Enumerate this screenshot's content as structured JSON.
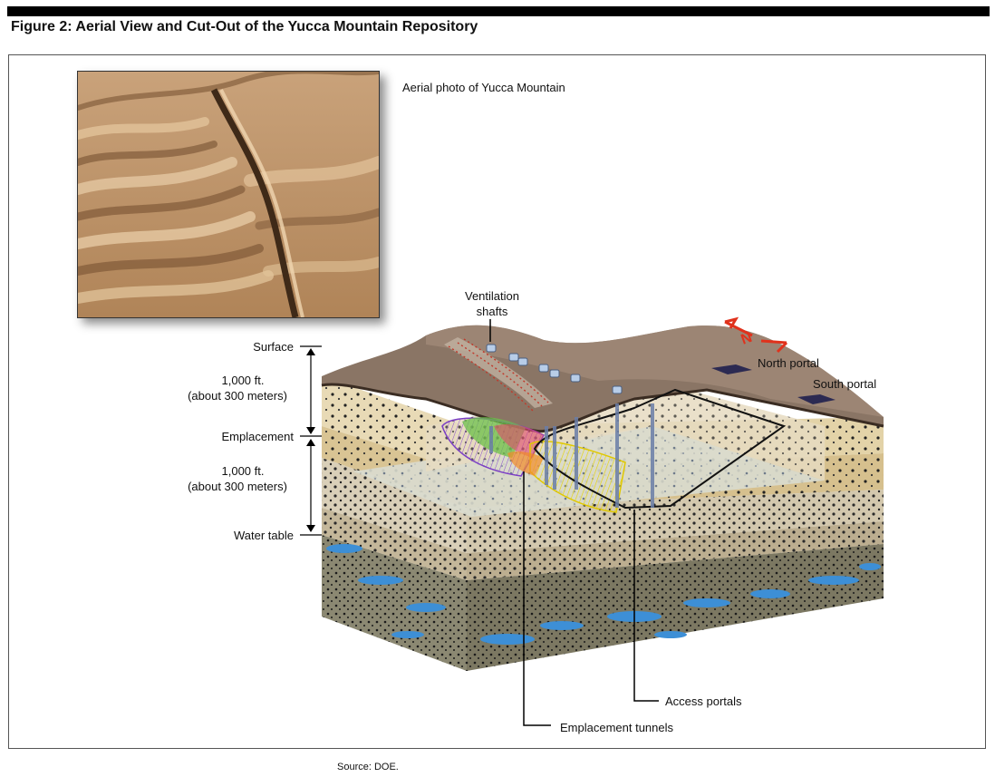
{
  "figure": {
    "title": "Figure 2: Aerial View and Cut-Out of the Yucca Mountain Repository",
    "source": "Source: DOE."
  },
  "photo": {
    "caption": "Aerial photo of Yucca Mountain"
  },
  "depth_scale": {
    "surface": "Surface",
    "upper_distance_line1": "1,000 ft.",
    "upper_distance_line2": "(about 300 meters)",
    "emplacement": "Emplacement",
    "lower_distance_line1": "1,000 ft.",
    "lower_distance_line2": "(about 300 meters)",
    "water_table": "Water table"
  },
  "callouts": {
    "ventilation_line1": "Ventilation",
    "ventilation_line2": "shafts",
    "north_portal": "North portal",
    "south_portal": "South portal",
    "access_portals": "Access portals",
    "emplacement_tunnels": "Emplacement tunnels"
  },
  "compass": {
    "letter": "N"
  },
  "colors": {
    "surface_rock": "#8a7565",
    "upper_layer": "#e6d6b0",
    "middle_layer": "#d8c295",
    "lower_layer": "#b8a88a",
    "deep_layer": "#6e6a58",
    "water": "#3d8fd6",
    "compass_red": "#e0321c"
  }
}
